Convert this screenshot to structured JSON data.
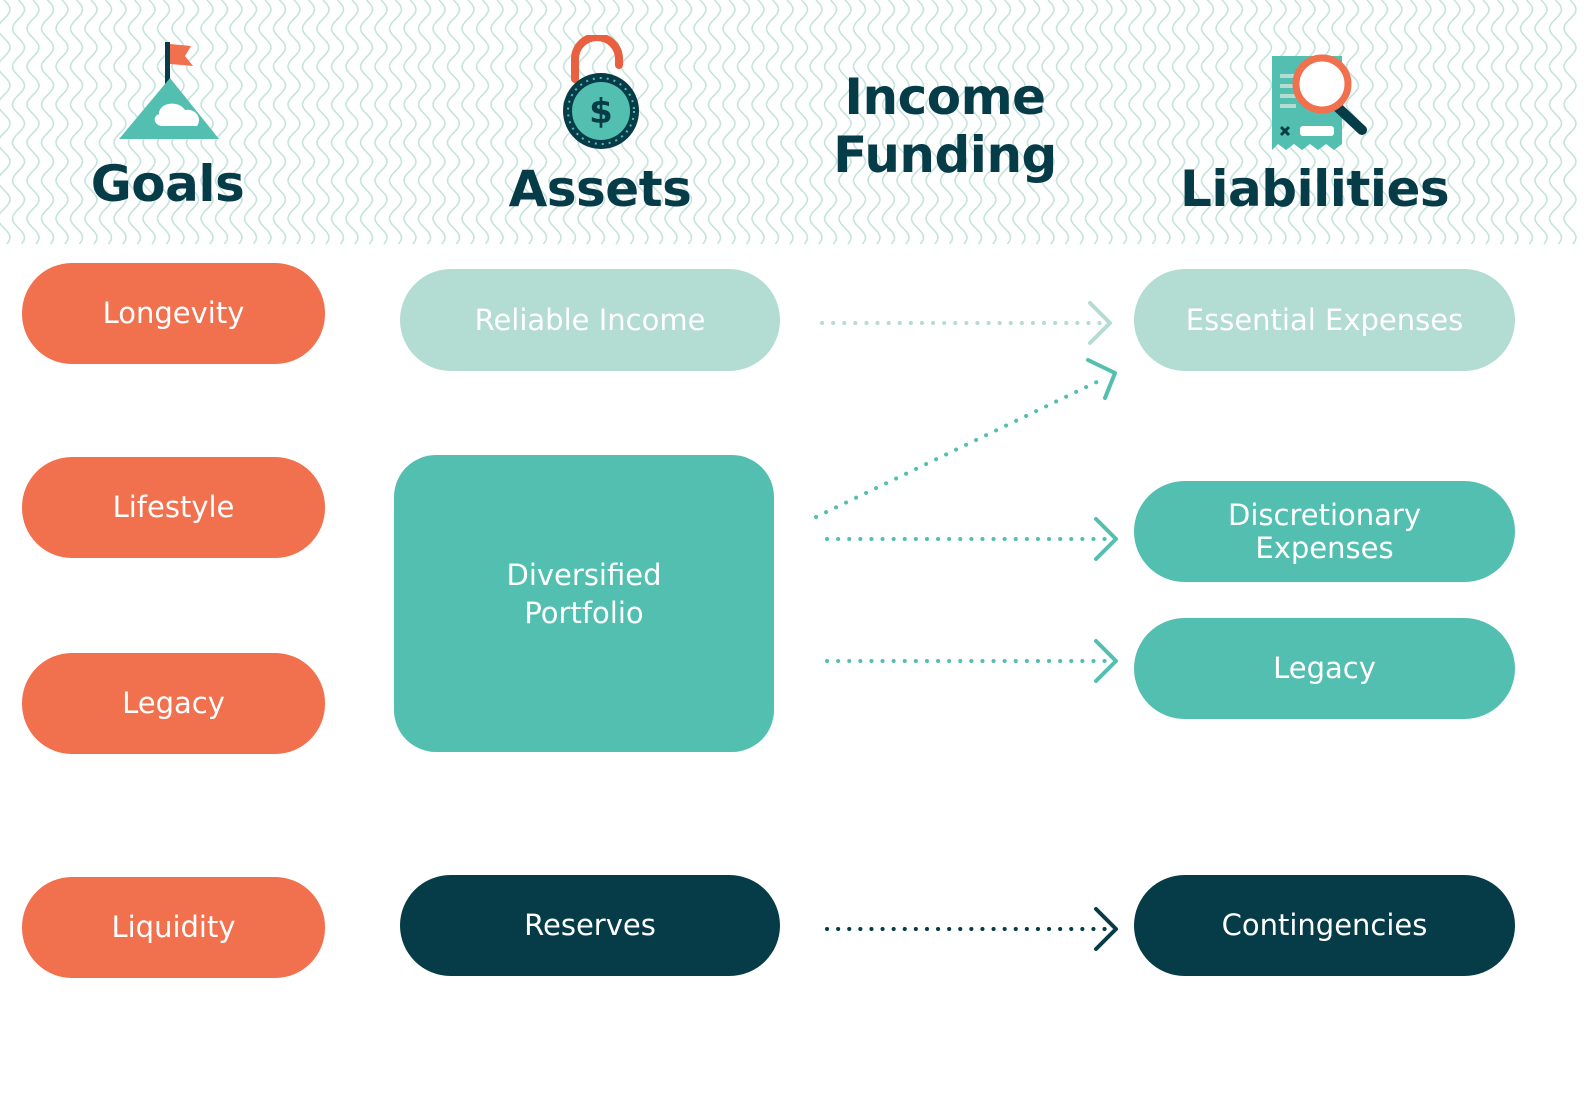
{
  "headers": {
    "goals": "Goals",
    "assets": "Assets",
    "income_funding_line1": "Income",
    "income_funding_line2": "Funding",
    "liabilities": "Liabilities"
  },
  "icons": {
    "goals": "mountain-flag-icon",
    "assets": "dollar-lock-icon",
    "liabilities": "document-magnifier-icon"
  },
  "goals": {
    "longevity": "Longevity",
    "lifestyle": "Lifestyle",
    "legacy": "Legacy",
    "liquidity": "Liquidity"
  },
  "assets": {
    "reliable_income": "Reliable Income",
    "diversified_line1": "Diversified",
    "diversified_line2": "Portfolio",
    "reserves": "Reserves"
  },
  "liabilities": {
    "essential_expenses": "Essential Expenses",
    "discretionary_line1": "Discretionary",
    "discretionary_line2": "Expenses",
    "legacy": "Legacy",
    "contingencies": "Contingencies"
  },
  "colors": {
    "navy": "#053c47",
    "coral": "#f1704e",
    "teal": "#53bfb0",
    "mint": "#b3dcd2",
    "wave": "#c4e3dc"
  }
}
